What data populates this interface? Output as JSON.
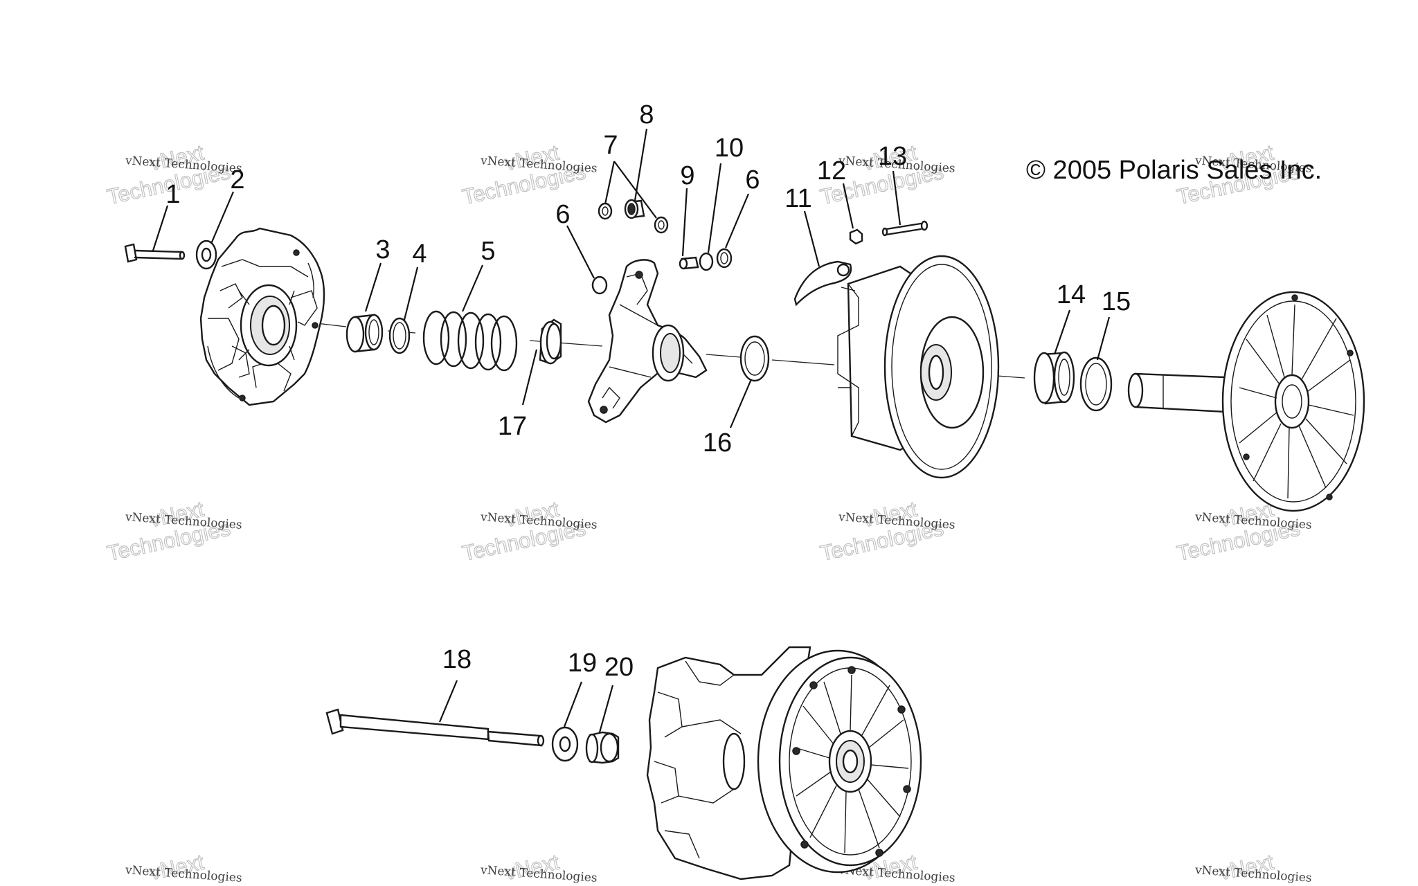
{
  "copyright": "© 2005 Polaris Sales Inc.",
  "watermark": {
    "line1": "vNext Technologies",
    "line2": "vNext",
    "line3": "Technologies"
  },
  "callouts": {
    "c1": "1",
    "c2": "2",
    "c3": "3",
    "c4": "4",
    "c5": "5",
    "c6a": "6",
    "c6b": "6",
    "c7": "7",
    "c8": "8",
    "c9": "9",
    "c10": "10",
    "c11": "11",
    "c12": "12",
    "c13": "13",
    "c14": "14",
    "c15": "15",
    "c16": "16",
    "c17": "17",
    "c18": "18",
    "c19": "19",
    "c20": "20"
  }
}
